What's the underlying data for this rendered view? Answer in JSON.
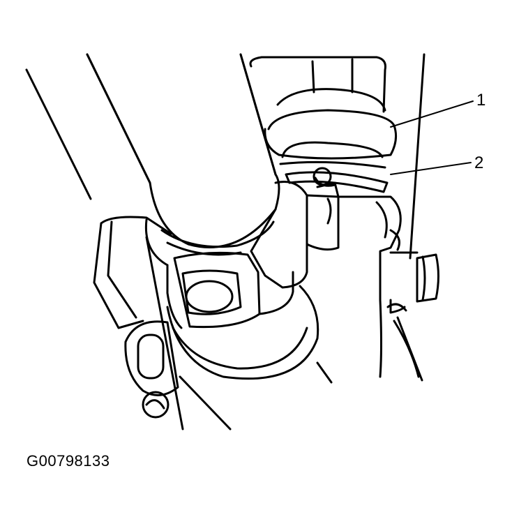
{
  "callouts": [
    {
      "label": "1"
    },
    {
      "label": "2"
    }
  ],
  "figure_id": "G00798133",
  "colors": {
    "ink": "#000000",
    "background": "#ffffff"
  }
}
